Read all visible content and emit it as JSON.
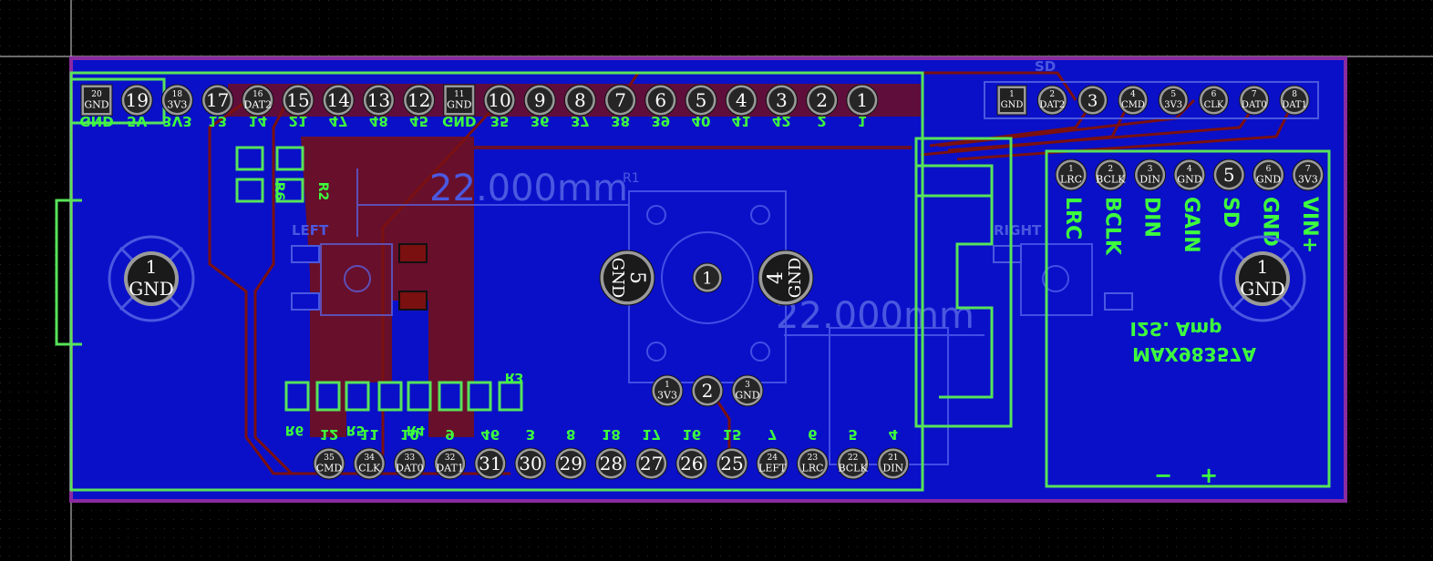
{
  "colors": {
    "background": "#000000",
    "board_fill": "#0a10c8",
    "board_outline": "#8a2aa0",
    "silkscreen": "#57e35a",
    "copper_top": "#7a1010",
    "pad_ring": "#9a9a9a",
    "pad_center": "#202020"
  },
  "pin_header_top": [
    {
      "num": "20",
      "net": "GND"
    },
    {
      "num": "19",
      "net": ""
    },
    {
      "num": "18",
      "net": "3V3"
    },
    {
      "num": "17",
      "net": ""
    },
    {
      "num": "16",
      "net": "DAT2"
    },
    {
      "num": "15",
      "net": ""
    },
    {
      "num": "14",
      "net": ""
    },
    {
      "num": "13",
      "net": ""
    },
    {
      "num": "12",
      "net": ""
    },
    {
      "num": "11",
      "net": "GND"
    },
    {
      "num": "10",
      "net": ""
    },
    {
      "num": "9",
      "net": ""
    },
    {
      "num": "8",
      "net": ""
    },
    {
      "num": "7",
      "net": ""
    },
    {
      "num": "6",
      "net": ""
    },
    {
      "num": "5",
      "net": ""
    },
    {
      "num": "4",
      "net": ""
    },
    {
      "num": "3",
      "net": ""
    },
    {
      "num": "2",
      "net": ""
    },
    {
      "num": "1",
      "net": ""
    }
  ],
  "top_silk_labels": [
    "GND",
    "5V",
    "3V3",
    "13",
    "14",
    "21",
    "47",
    "48",
    "45",
    "GND",
    "35",
    "36",
    "37",
    "38",
    "39",
    "40",
    "41",
    "42",
    "2",
    "1"
  ],
  "pin_header_bottom": [
    {
      "num": "35",
      "net": "CMD"
    },
    {
      "num": "34",
      "net": "CLK"
    },
    {
      "num": "33",
      "net": "DAT0"
    },
    {
      "num": "32",
      "net": "DAT1"
    },
    {
      "num": "31",
      "net": ""
    },
    {
      "num": "30",
      "net": ""
    },
    {
      "num": "29",
      "net": ""
    },
    {
      "num": "28",
      "net": ""
    },
    {
      "num": "27",
      "net": ""
    },
    {
      "num": "26",
      "net": ""
    },
    {
      "num": "25",
      "net": ""
    },
    {
      "num": "24",
      "net": "LEFT"
    },
    {
      "num": "23",
      "net": "LRC"
    },
    {
      "num": "22",
      "net": "BCLK"
    },
    {
      "num": "21",
      "net": "DIN"
    }
  ],
  "bottom_silk_labels": [
    "12",
    "11",
    "10",
    "9",
    "46",
    "3",
    "8",
    "18",
    "17",
    "16",
    "15",
    "7",
    "6",
    "5",
    "4"
  ],
  "sd_header": [
    {
      "num": "1",
      "net": "GND"
    },
    {
      "num": "2",
      "net": "DAT2"
    },
    {
      "num": "3",
      "net": ""
    },
    {
      "num": "4",
      "net": "CMD"
    },
    {
      "num": "5",
      "net": "3V3"
    },
    {
      "num": "6",
      "net": "CLK"
    },
    {
      "num": "7",
      "net": "DAT0"
    },
    {
      "num": "8",
      "net": "DAT1"
    }
  ],
  "sd_label": "SD",
  "amp_header": [
    {
      "num": "1",
      "net": "LRC"
    },
    {
      "num": "2",
      "net": "BCLK"
    },
    {
      "num": "3",
      "net": "DIN"
    },
    {
      "num": "4",
      "net": "GND"
    },
    {
      "num": "5",
      "net": ""
    },
    {
      "num": "6",
      "net": "GND"
    },
    {
      "num": "7",
      "net": "3V3"
    }
  ],
  "amp_silk_labels": [
    "LRC",
    "BCLK",
    "DIN",
    "GAIN",
    "SD",
    "GND",
    "VIN+"
  ],
  "amp_title_line1": "I2S. Amp",
  "amp_title_line2": "MAX98357A",
  "amp_polarity_minus": "−",
  "amp_polarity_plus": "+",
  "mounting_holes": [
    {
      "num": "1",
      "net": "GND"
    },
    {
      "num": "1",
      "net": "GND"
    }
  ],
  "encoder": {
    "ref": "R1",
    "pad_left": {
      "num": "5",
      "net": "GND"
    },
    "pad_right": {
      "num": "4",
      "net": "GND"
    },
    "pad_center": {
      "num": "1",
      "net": ""
    },
    "pins": [
      {
        "num": "1",
        "net": "3V3"
      },
      {
        "num": "2",
        "net": ""
      },
      {
        "num": "3",
        "net": "GND"
      }
    ]
  },
  "dimension_text": "22.000mm",
  "dimension_text_2": "22.000mm",
  "button_labels": {
    "left": "LEFT",
    "right": "RIGHT"
  },
  "resistor_refs": {
    "r6": "R6",
    "r5": "R5",
    "r4": "R4",
    "r3": "R3",
    "r2": "R2",
    "r6_top": "R6"
  }
}
